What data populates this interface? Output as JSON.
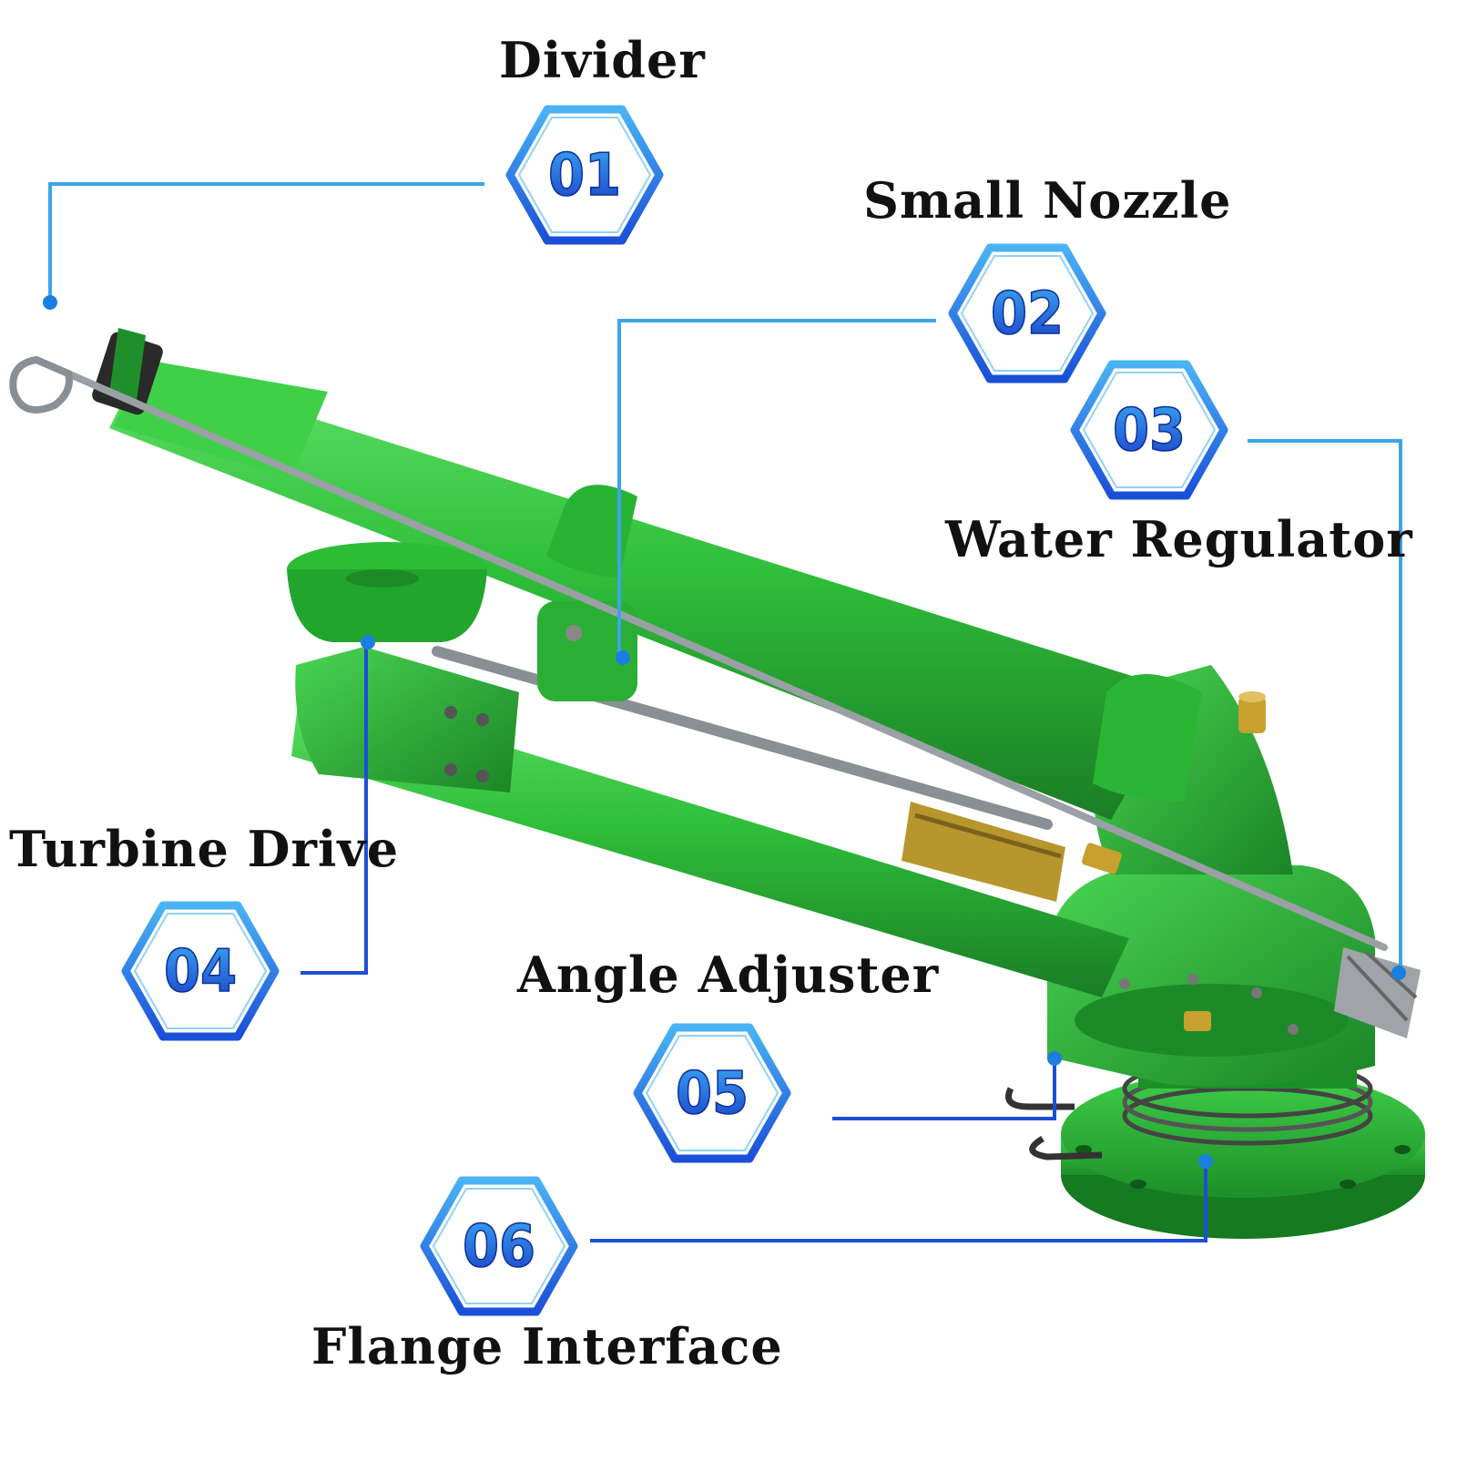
{
  "colors": {
    "accent": "#1a7fe0",
    "hex_outline_outer": "#1565d8",
    "hex_outline_inner": "#4ab3f4",
    "callout_line_light": "#3aa6e8",
    "callout_line_dark": "#1a4fd8",
    "sprinkler_green": "#2fbf3a",
    "sprinkler_dark_green": "#1e8f2a",
    "steel": "#9aa0a6",
    "brass": "#b8962e"
  },
  "callouts": [
    {
      "number": "01",
      "label": "Divider"
    },
    {
      "number": "02",
      "label": "Small Nozzle"
    },
    {
      "number": "03",
      "label": "Water Regulator"
    },
    {
      "number": "04",
      "label": "Turbine Drive"
    },
    {
      "number": "05",
      "label": "Angle Adjuster"
    },
    {
      "number": "06",
      "label": "Flange Interface"
    }
  ]
}
